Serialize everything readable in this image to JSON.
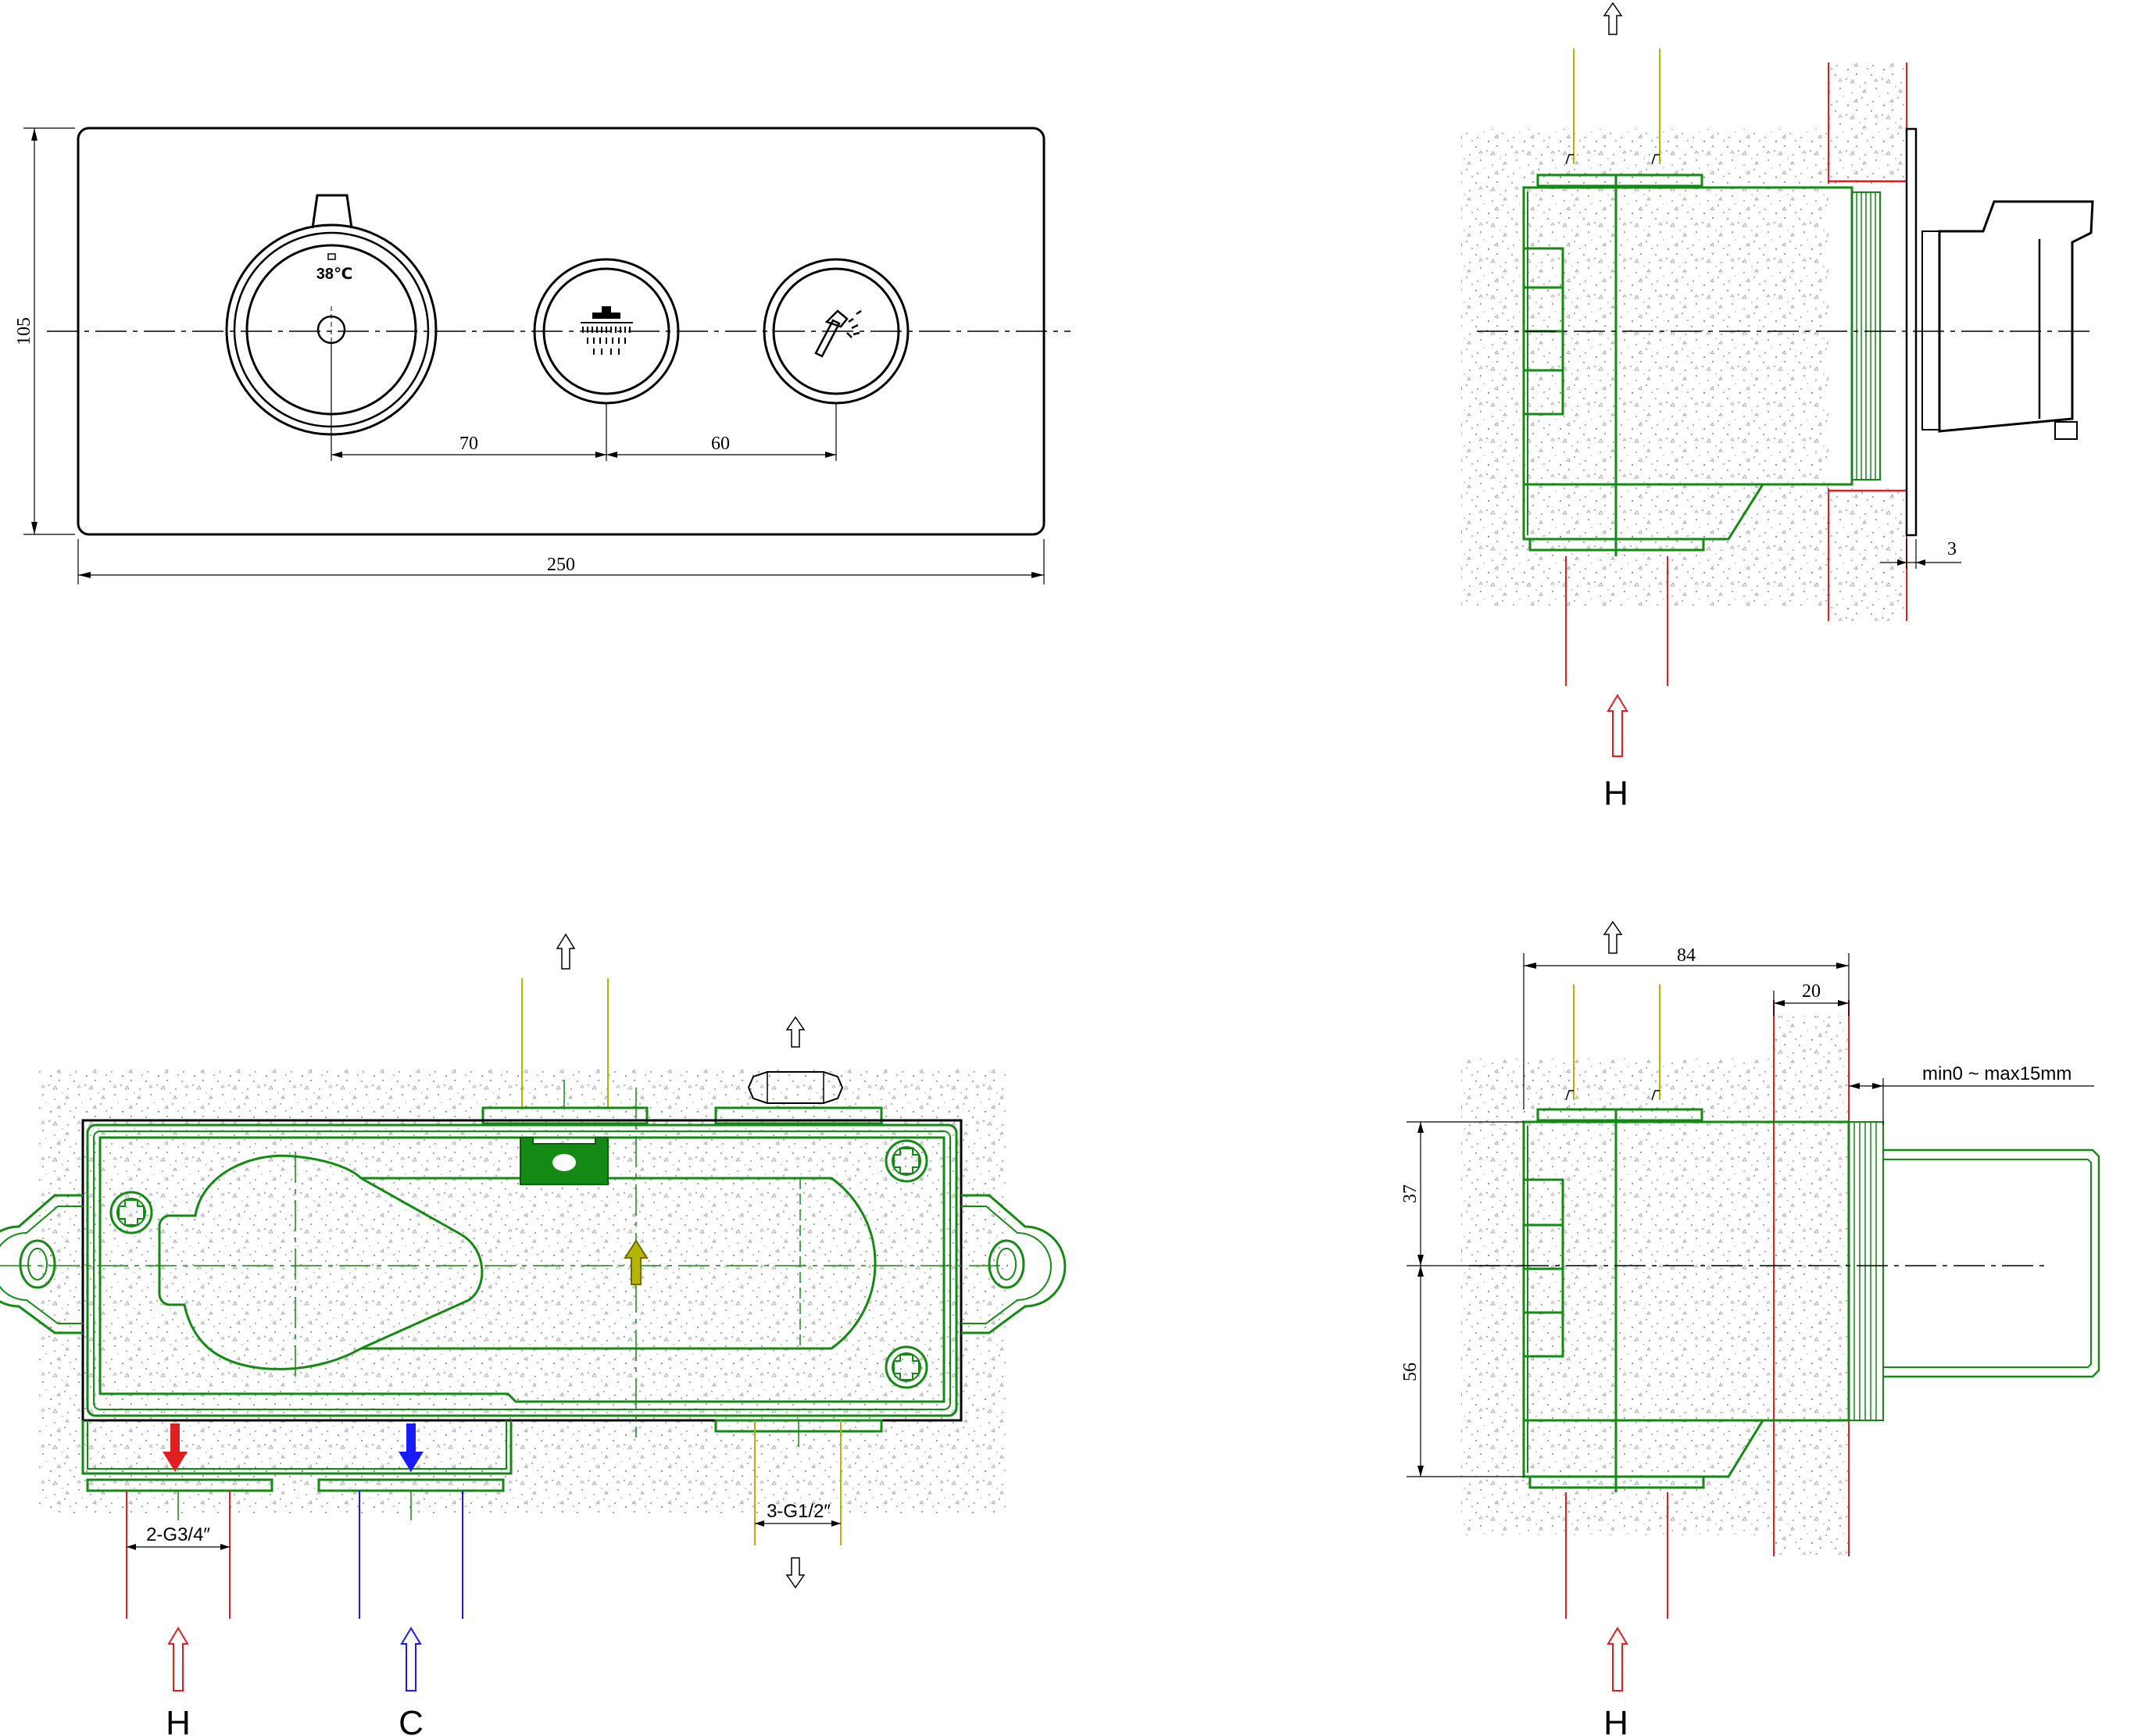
{
  "views": {
    "front": {
      "dim_width": "250",
      "dim_height": "105",
      "dim_spacing_left": "70",
      "dim_spacing_right": "60",
      "temperature": "38℃"
    },
    "side_top": {
      "dim_gap": "3",
      "inlet_label": "H"
    },
    "plan": {
      "hot_label": "H",
      "cold_label": "C",
      "inlet_thread": "2-G3/4″",
      "outlet_thread": "3-G1/2″"
    },
    "side_bottom": {
      "dim_depth": "84",
      "dim_plate": "20",
      "dim_upper": "37",
      "dim_lower": "56",
      "adjust_range": "min0 ~ max15mm",
      "inlet_label": "H"
    }
  },
  "colors": {
    "body": "#138a13",
    "hot": "#e02020",
    "cold": "#1a1aff",
    "outlet": "#b5b500",
    "line": "#000000"
  }
}
